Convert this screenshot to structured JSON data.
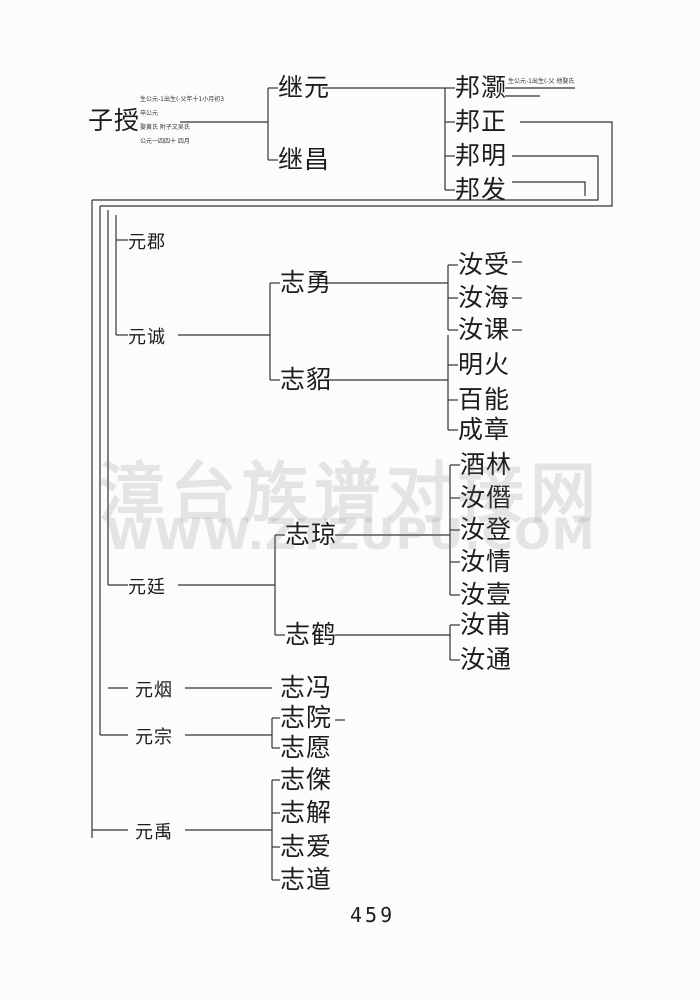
{
  "root": {
    "name": "子授",
    "notes": [
      "生公元-1出生(-父年十1小月初3",
      "卒公元",
      "娶黄氏 附子文吴氏",
      "公元一四四十 四月"
    ]
  },
  "gen1": [
    {
      "name": "继元"
    },
    {
      "name": "继昌"
    }
  ],
  "gen2": [
    {
      "name": "元郡"
    },
    {
      "name": "元诚"
    },
    {
      "name": "元廷"
    },
    {
      "name": "元烟"
    },
    {
      "name": "元宗"
    },
    {
      "name": "元禹"
    }
  ],
  "gen3": [
    {
      "name": "志勇"
    },
    {
      "name": "志貂"
    },
    {
      "name": "志琼"
    },
    {
      "name": "志鹤"
    },
    {
      "name": "志冯"
    },
    {
      "name": "志院"
    },
    {
      "name": "志愿"
    },
    {
      "name": "志傑"
    },
    {
      "name": "志解"
    },
    {
      "name": "志爱"
    },
    {
      "name": "志道"
    }
  ],
  "gen4": [
    {
      "name": "邦灏",
      "note": "生公元-1出生(-父 他娶氏"
    },
    {
      "name": "邦正"
    },
    {
      "name": "邦明"
    },
    {
      "name": "邦发"
    },
    {
      "name": "汝受"
    },
    {
      "name": "汝海"
    },
    {
      "name": "汝课"
    },
    {
      "name": "明火"
    },
    {
      "name": "百能"
    },
    {
      "name": "成章"
    },
    {
      "name": "酒林"
    },
    {
      "name": "汝僭"
    },
    {
      "name": "汝登"
    },
    {
      "name": "汝情"
    },
    {
      "name": "汝壹"
    },
    {
      "name": "汝甫"
    },
    {
      "name": "汝通"
    }
  ],
  "page_number": "459",
  "watermark": {
    "line1": "漳台族谱对接网",
    "line2": "WWW.ZTZUPU.COM"
  }
}
